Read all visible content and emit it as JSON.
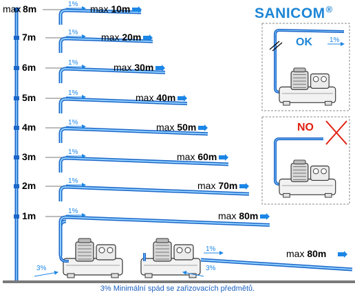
{
  "brand": {
    "name": "SANICOM",
    "mark": "®",
    "color": "#1e86d6"
  },
  "colors": {
    "pipe": "#1c66c8",
    "pipe_light": "#8fd0ff",
    "arrow": "#1b86e6",
    "ground": "#7a7a7a",
    "ok": "#1e86d6",
    "no": "#e02010",
    "text": "#000000",
    "footer": "#1b5fc0"
  },
  "slope_label": "1%",
  "levels": [
    {
      "height": "8m",
      "prefix": "max",
      "length": "10m",
      "show_max": true
    },
    {
      "height": "7m",
      "prefix": "max",
      "length": "20m",
      "show_max": false
    },
    {
      "height": "6m",
      "prefix": "max",
      "length": "30m",
      "show_max": false
    },
    {
      "height": "5m",
      "prefix": "max",
      "length": "40m",
      "show_max": false
    },
    {
      "height": "4m",
      "prefix": "max",
      "length": "50m",
      "show_max": false
    },
    {
      "height": "3m",
      "prefix": "max",
      "length": "60m",
      "show_max": false
    },
    {
      "height": "2m",
      "prefix": "max",
      "length": "70m",
      "show_max": false
    },
    {
      "height": "1m",
      "prefix": "max",
      "length": "80m",
      "show_max": false
    }
  ],
  "bottom": {
    "left_slope": "3%",
    "right_slope": "3%",
    "pipe_slope": "1%",
    "prefix": "max",
    "length": "80m"
  },
  "panels": {
    "ok_label": "OK",
    "ok_slope": "1%",
    "no_label": "NO"
  },
  "footer": "3% Minimální spád se zařizovacích předmětů."
}
